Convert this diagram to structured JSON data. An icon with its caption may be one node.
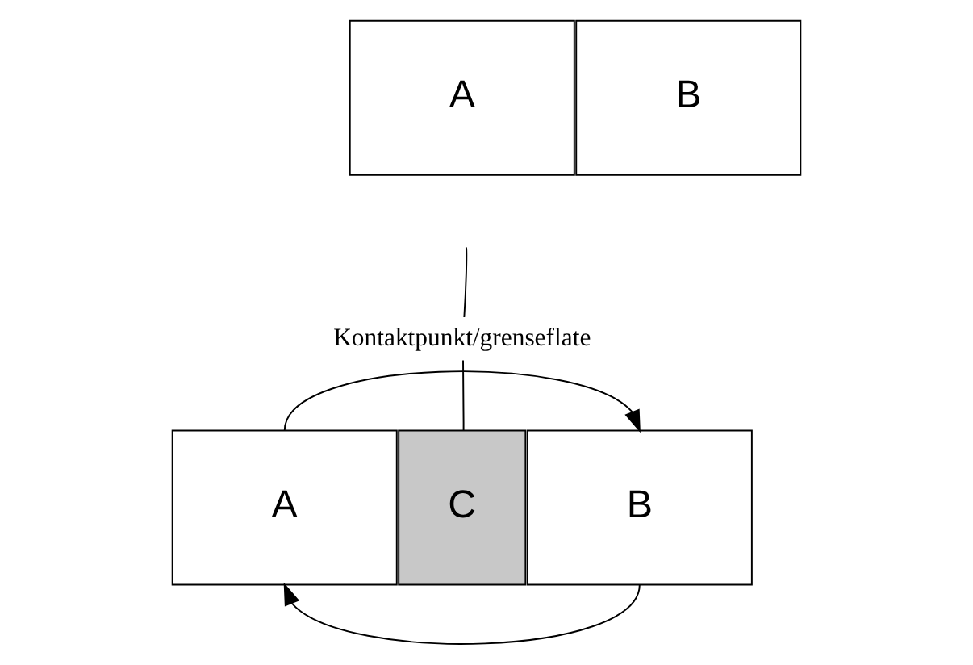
{
  "diagram": {
    "nodes": [
      {
        "text": [
          "A"
        ]
      },
      {
        "text": [
          "B"
        ]
      },
      {
        "text": [
          "Kontaktpunkt/grenseflate"
        ]
      },
      {
        "text": [
          "A"
        ]
      },
      {
        "text": [
          "C"
        ]
      },
      {
        "text": [
          "B"
        ]
      }
    ],
    "edges": [
      {
        "from": 2,
        "to": null,
        "arrow": "none"
      },
      {
        "from": 2,
        "to": 4,
        "arrow": "none"
      },
      {
        "from": 3,
        "to": 5,
        "arrow": "to"
      },
      {
        "from": 5,
        "to": 3,
        "arrow": "to"
      }
    ]
  }
}
